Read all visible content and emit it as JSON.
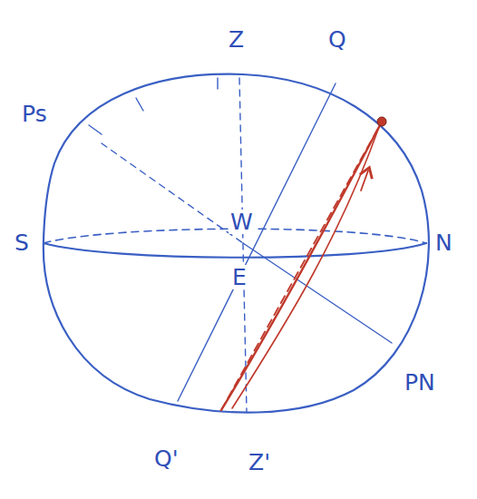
{
  "diagram": {
    "labels": [
      "Z",
      "Q",
      "Ps",
      "S",
      "W",
      "N",
      "E",
      "PN",
      "Q'",
      "Z'"
    ]
  }
}
